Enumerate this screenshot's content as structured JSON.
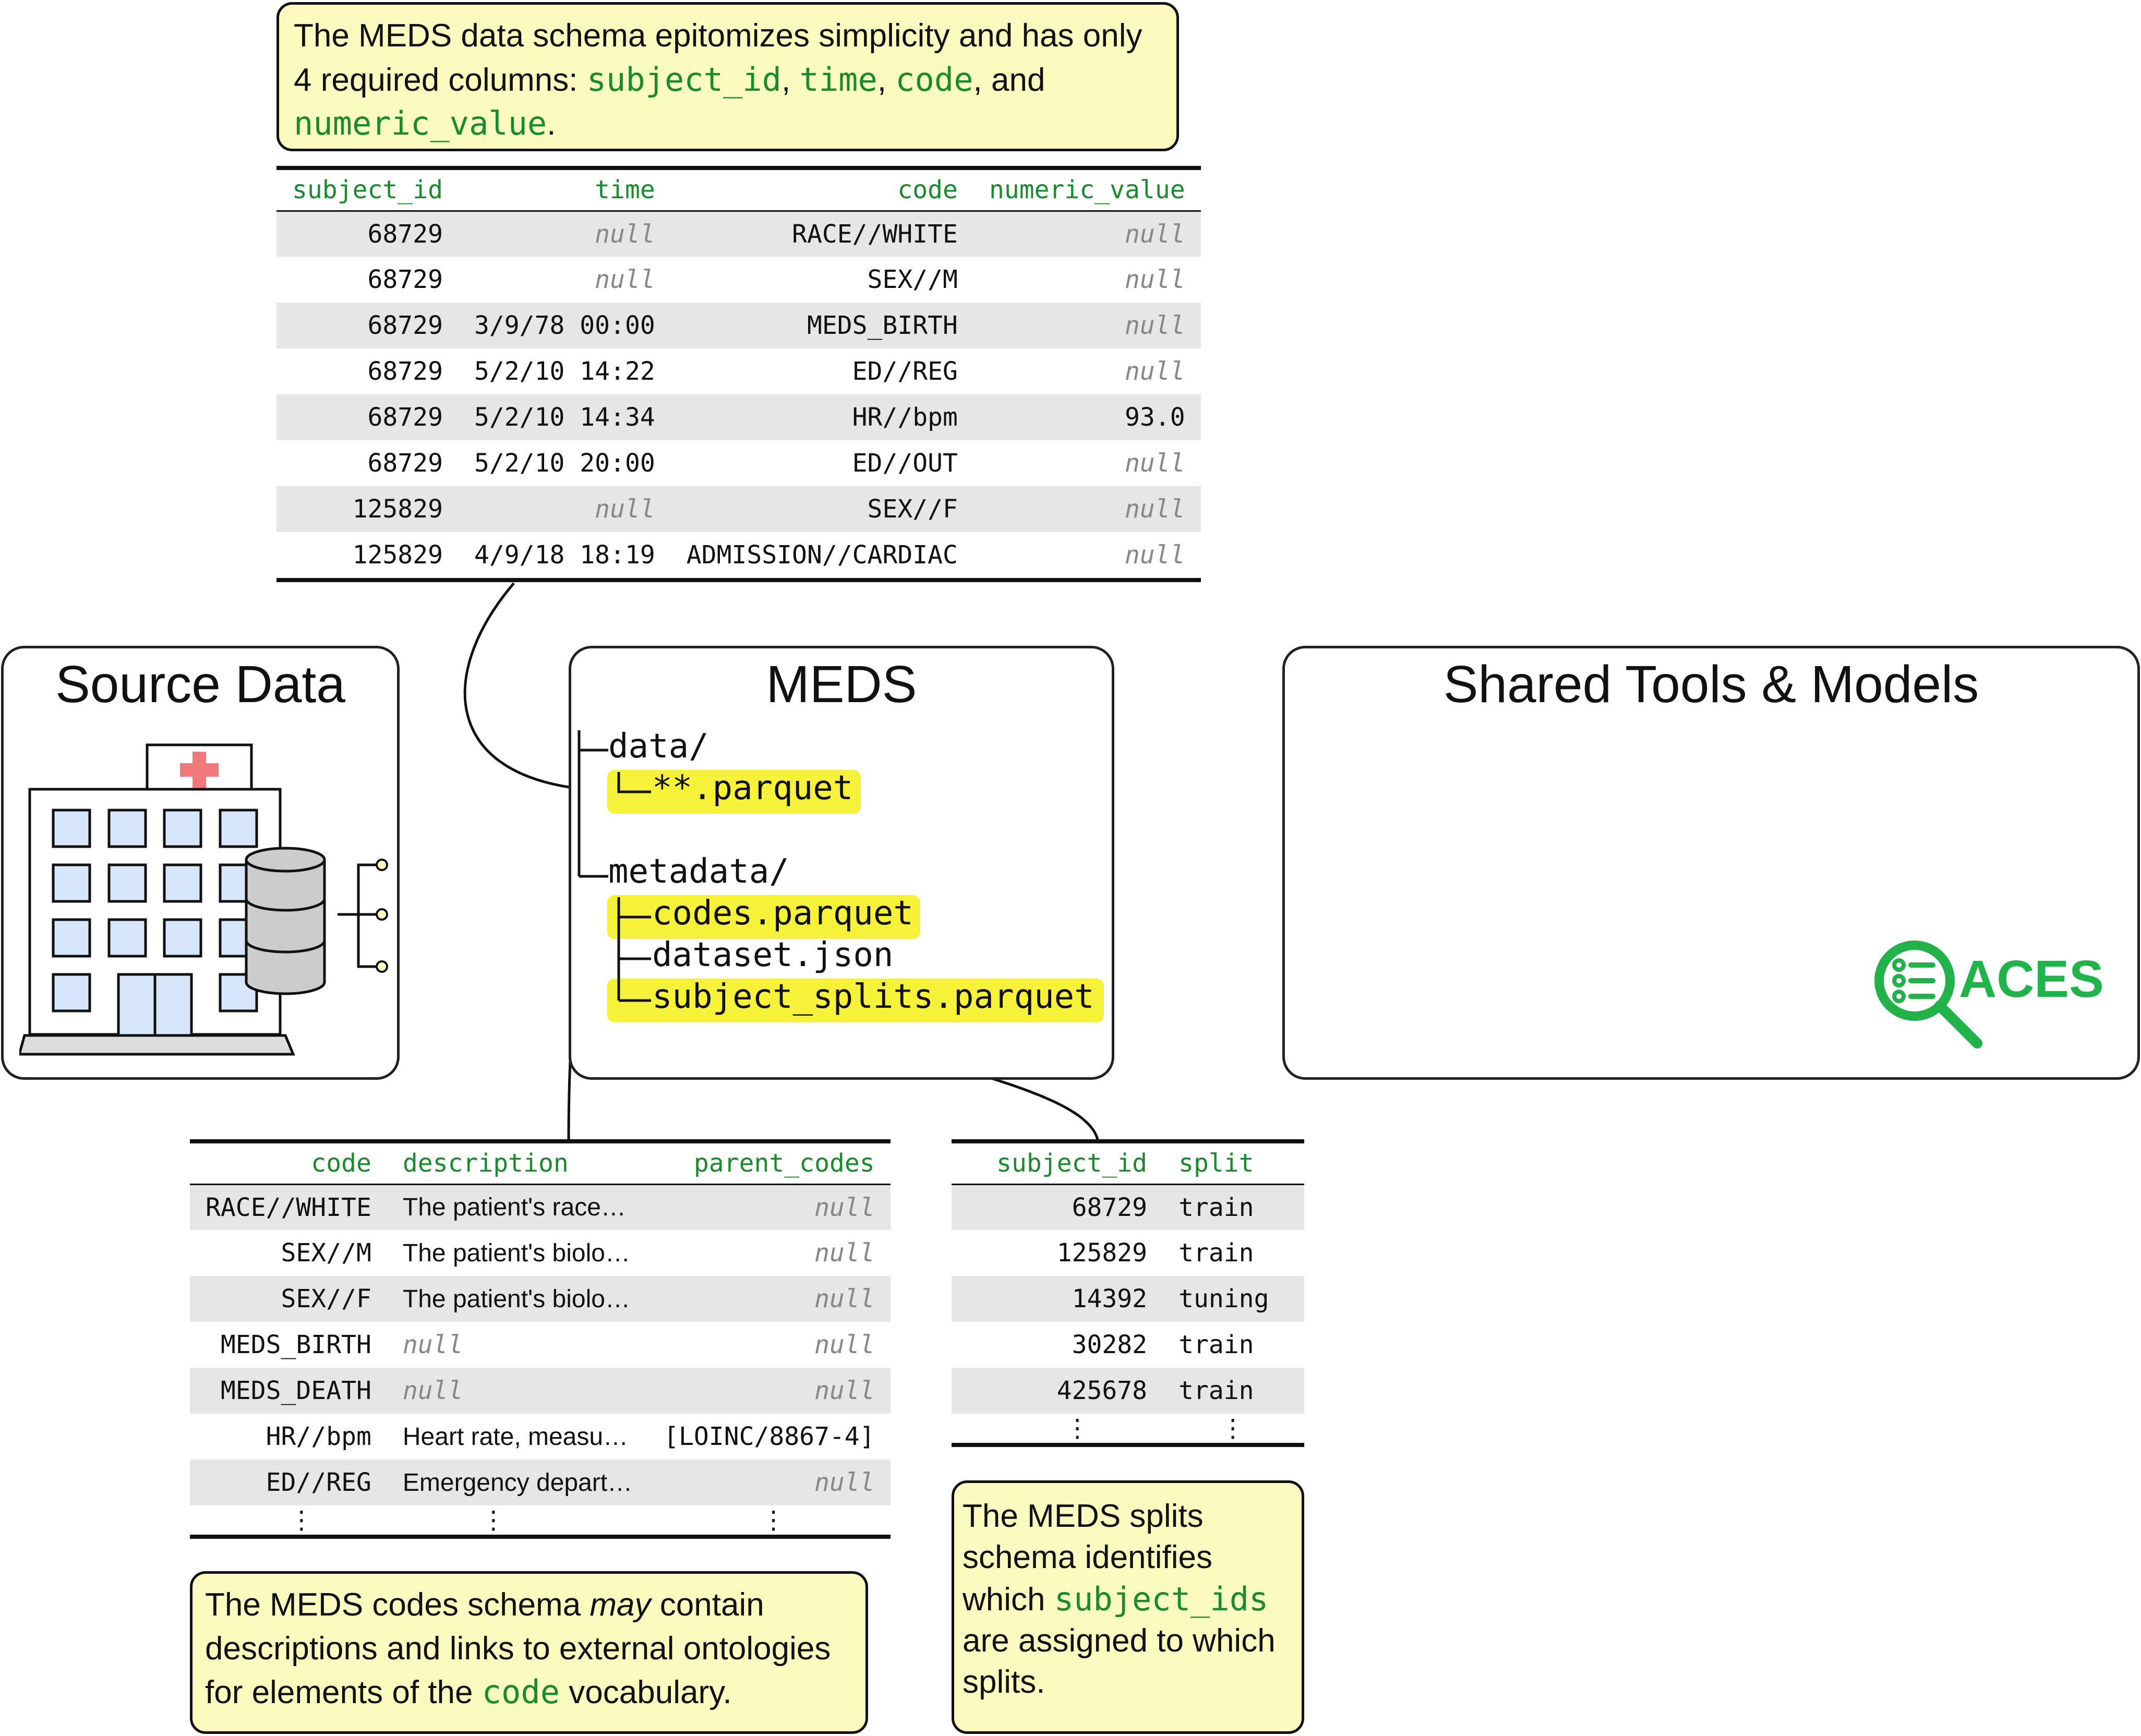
{
  "top_note": {
    "text1": "The MEDS data schema epitomizes simplicity and has only 4 required columns: ",
    "col1": "subject_id",
    "sep1": ", ",
    "col2": "time",
    "sep2": ", ",
    "col3": "code",
    "sep3": ", and ",
    "col4": "numeric_value",
    "end": "."
  },
  "data_table": {
    "headers": [
      "subject_id",
      "time",
      "code",
      "numeric_value"
    ],
    "rows": [
      [
        "68729",
        "null",
        "RACE//WHITE",
        "null"
      ],
      [
        "68729",
        "null",
        "SEX//M",
        "null"
      ],
      [
        "68729",
        "3/9/78 00:00",
        "MEDS_BIRTH",
        "null"
      ],
      [
        "68729",
        "5/2/10 14:22",
        "ED//REG",
        "null"
      ],
      [
        "68729",
        "5/2/10 14:34",
        "HR//bpm",
        "93.0"
      ],
      [
        "68729",
        "5/2/10 20:00",
        "ED//OUT",
        "null"
      ],
      [
        "125829",
        "null",
        "SEX//F",
        "null"
      ],
      [
        "125829",
        "4/9/18 18:19",
        "ADMISSION//CARDIAC",
        "null"
      ]
    ]
  },
  "panels": {
    "source": "Source Data",
    "meds": "MEDS",
    "shared": "Shared Tools & Models"
  },
  "tree": {
    "data_dir": "data/",
    "parquet": "**.parquet",
    "metadata_dir": "metadata/",
    "codes": "codes.parquet",
    "dataset": "dataset.json",
    "splits": "subject_splits.parquet"
  },
  "aces_label": "ACES",
  "codes_table": {
    "headers": [
      "code",
      "description",
      "parent_codes"
    ],
    "rows": [
      [
        "RACE//WHITE",
        "The patient's race…",
        "null"
      ],
      [
        "SEX//M",
        "The patient's biolo…",
        "null"
      ],
      [
        "SEX//F",
        "The patient's biolo…",
        "null"
      ],
      [
        "MEDS_BIRTH",
        "null",
        "null"
      ],
      [
        "MEDS_DEATH",
        "null",
        "null"
      ],
      [
        "HR//bpm",
        "Heart rate, measu…",
        "[LOINC/8867-4]"
      ],
      [
        "ED//REG",
        "Emergency depart…",
        "null"
      ]
    ],
    "ellipsis": "⋮"
  },
  "splits_table": {
    "headers": [
      "subject_id",
      "split"
    ],
    "rows": [
      [
        "68729",
        "train"
      ],
      [
        "125829",
        "train"
      ],
      [
        "14392",
        "tuning"
      ],
      [
        "30282",
        "train"
      ],
      [
        "425678",
        "train"
      ]
    ],
    "ellipsis": "⋮"
  },
  "codes_note": {
    "t1": "The MEDS codes schema ",
    "em": "may",
    "t2": " contain descriptions and links to external ontologies for elements of the ",
    "code": "code",
    "t3": " vocabulary."
  },
  "splits_note": {
    "t1": "The MEDS splits schema identifies which ",
    "code": "subject_ids",
    "t2": " are assigned to which splits."
  },
  "colors": {
    "accent_green": "#1a8a2e",
    "note_bg": "#fbfbc0",
    "highlight": "#f6f23a",
    "aces_green": "#22b24a"
  }
}
